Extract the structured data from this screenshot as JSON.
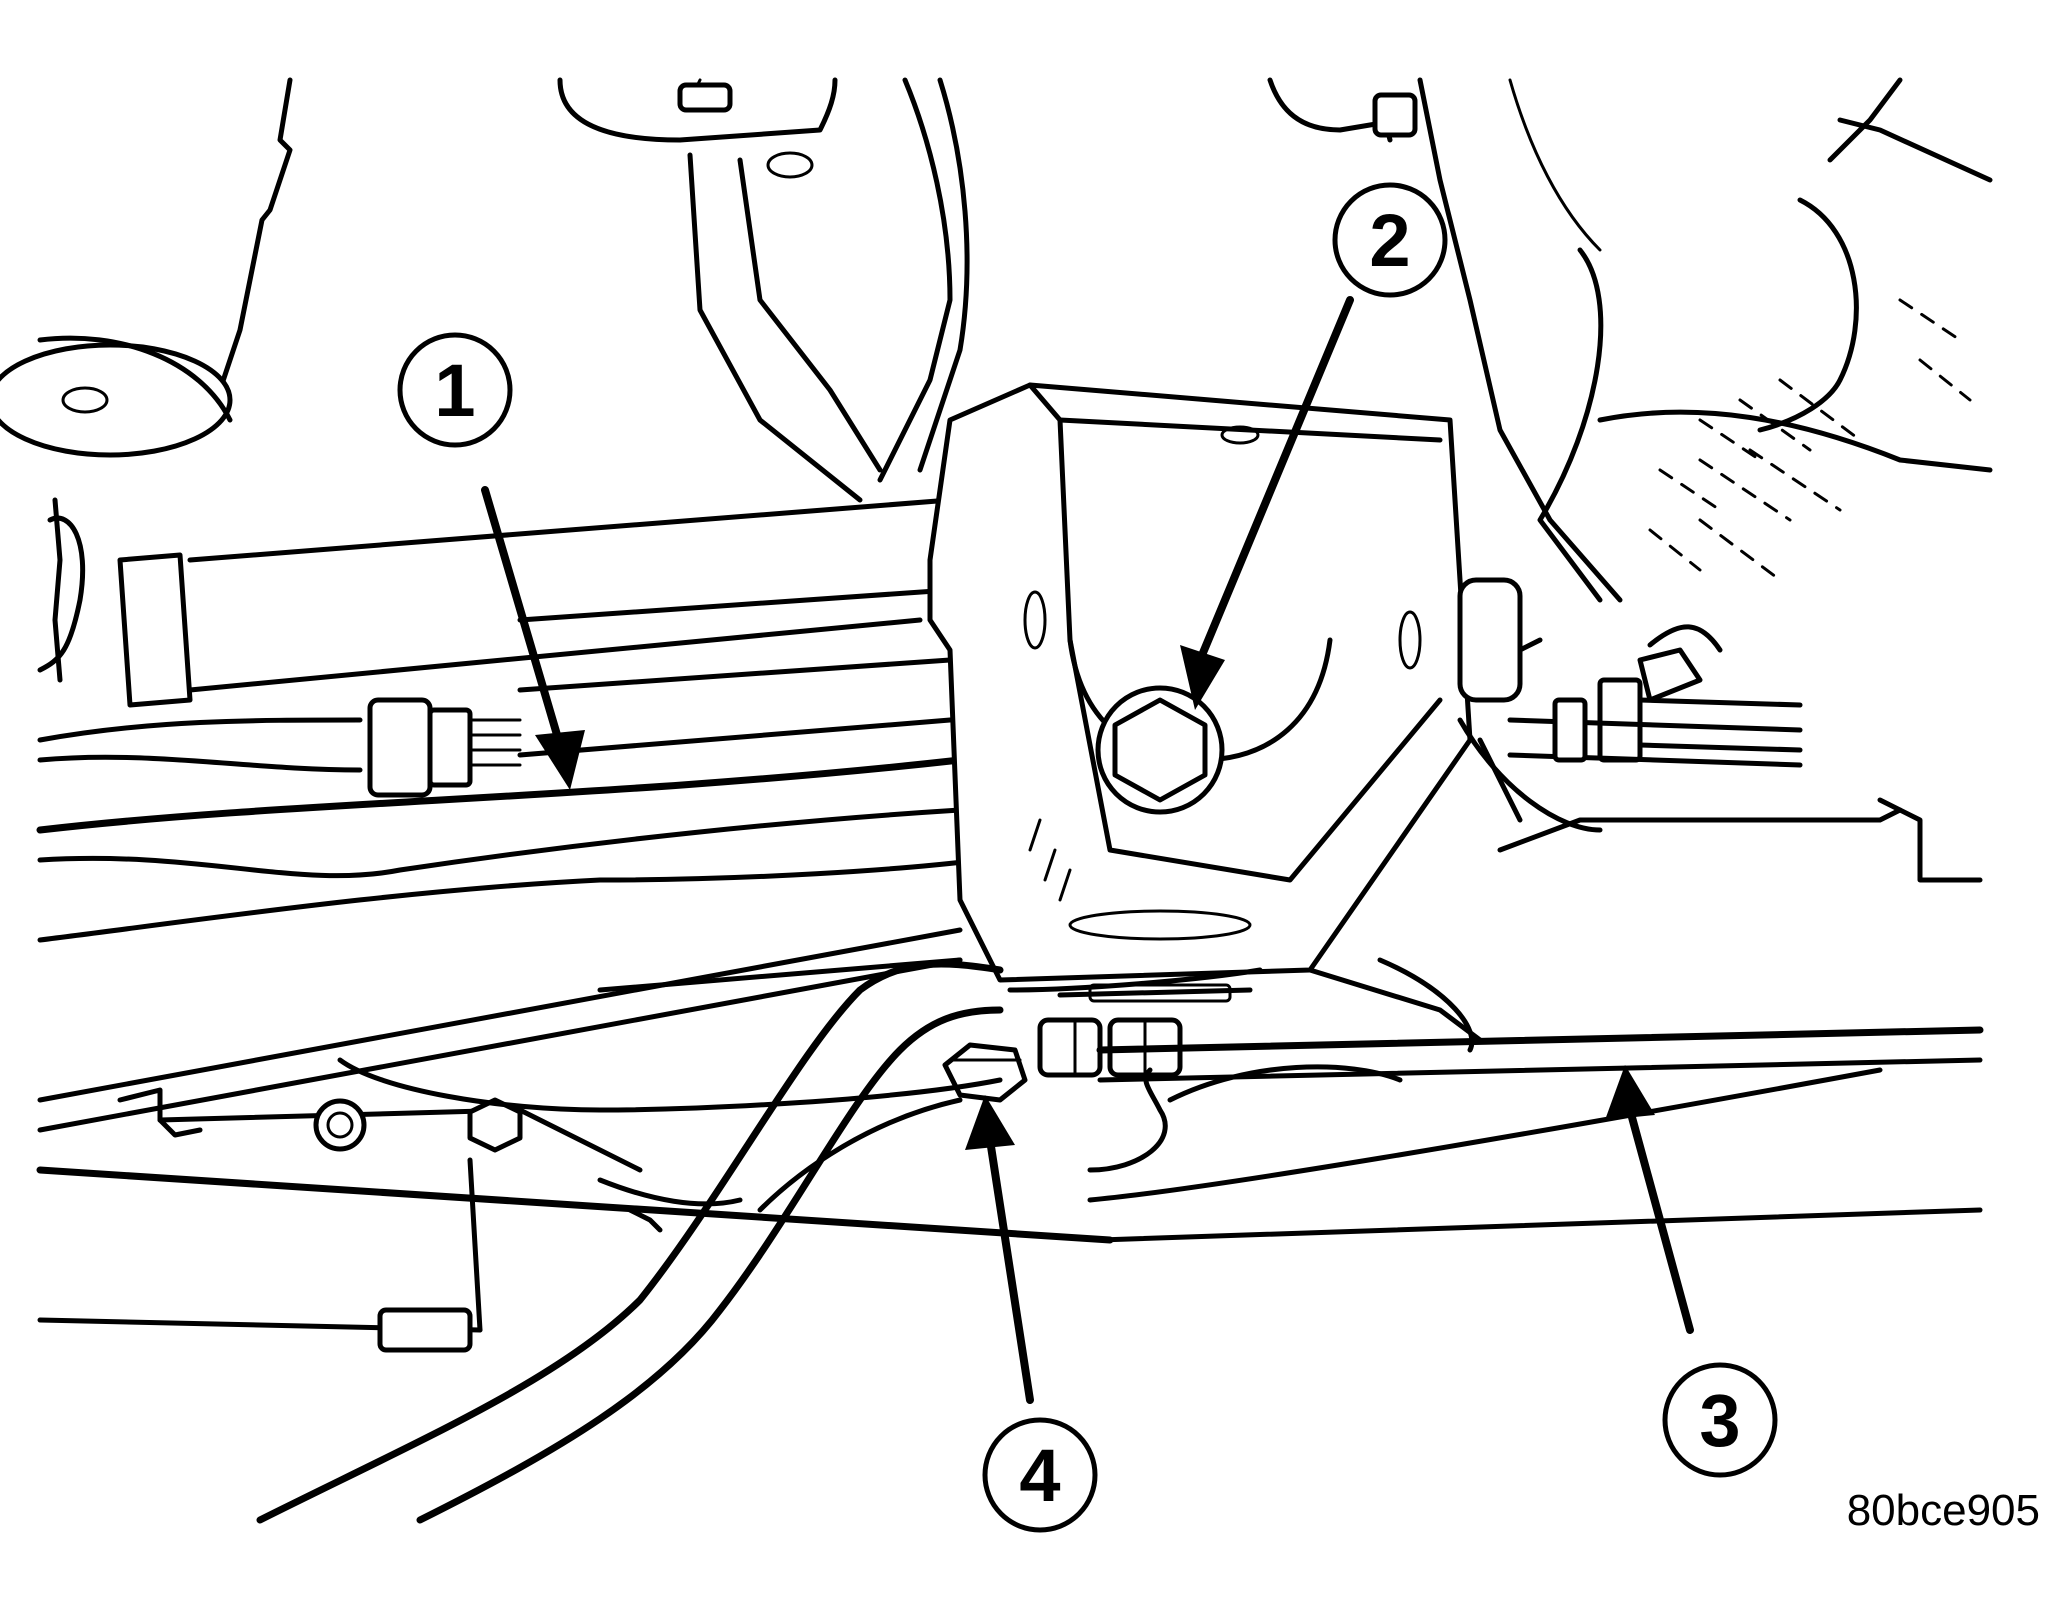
{
  "callouts": [
    {
      "id": "1",
      "label": "1"
    },
    {
      "id": "2",
      "label": "2"
    },
    {
      "id": "3",
      "label": "3"
    },
    {
      "id": "4",
      "label": "4"
    }
  ],
  "figure_reference": "80bce905"
}
